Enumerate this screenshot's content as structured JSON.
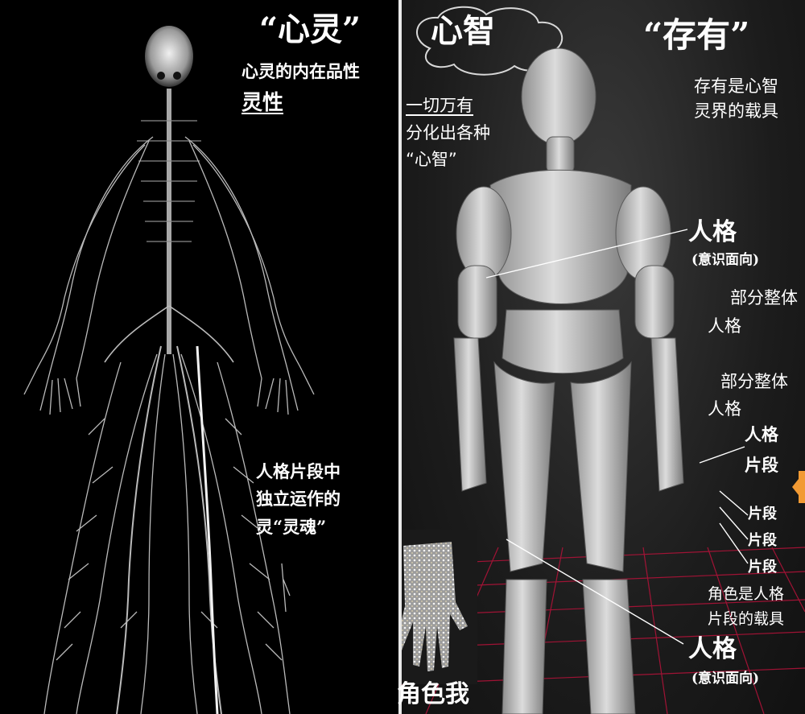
{
  "left": {
    "title": "“心灵”",
    "subtitle": "心灵的内在品性",
    "sub_underlined": "灵性",
    "side_note": [
      "人格片段中",
      "独立运作的",
      "灵“灵魂”"
    ]
  },
  "right": {
    "cloud_label": "心智",
    "title": "“存有”",
    "top_right_note": [
      "存有是心智",
      "灵界的载具"
    ],
    "left_note_underlined": "一切万有",
    "left_note": [
      "分化出各种",
      "“心智”"
    ],
    "label_personality_1": "人格",
    "label_personality_1_sub": "(意识面向)",
    "partial_whole_1": [
      "部分整体",
      "人格"
    ],
    "partial_whole_2": [
      "部分整体",
      "人格"
    ],
    "fragment": [
      "人格",
      "片段"
    ],
    "small_fragments": [
      "片段",
      "片段",
      "片段"
    ],
    "role_note": [
      "角色是人格",
      "片段的载具"
    ],
    "label_personality_2": "人格",
    "label_personality_2_sub": "(意识面向)",
    "role_self": "角色我"
  }
}
